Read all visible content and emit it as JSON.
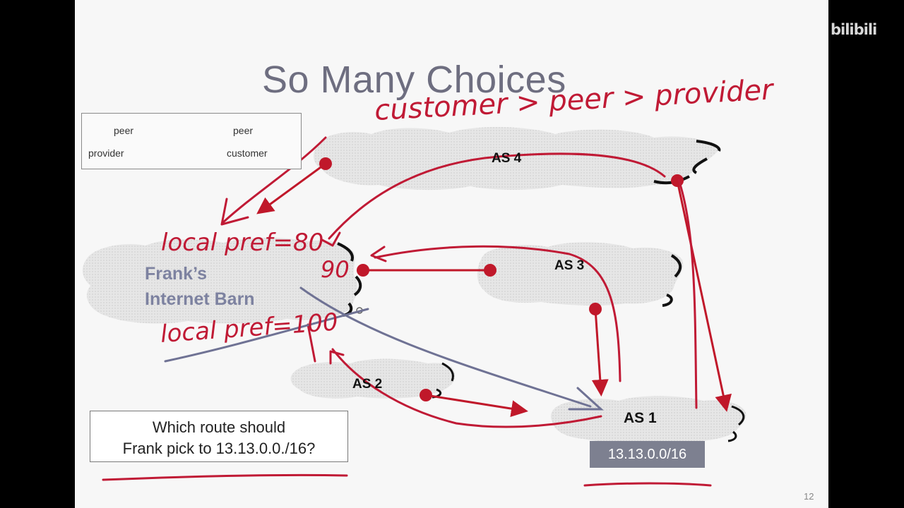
{
  "slide": {
    "title": "So Many Choices",
    "page_number": "12",
    "watermark": "bilibili"
  },
  "legend": {
    "peer_left": "peer",
    "peer_right": "peer",
    "provider": "provider",
    "customer": "customer"
  },
  "nodes": {
    "frank_line1": "Frank’s",
    "frank_line2": "Internet Barn",
    "as4": "AS 4",
    "as3": "AS 3",
    "as2": "AS 2",
    "as1": "AS 1"
  },
  "prefix": "13.13.0.0/16",
  "question": {
    "line1": "Which route should",
    "line2": "Frank pick to 13.13.0.0./16?"
  },
  "annotations": {
    "preference_order": "customer > peer > provider",
    "local_pref_80": "local pref=80",
    "local_pref_90": "90",
    "local_pref_100": "local pref=100"
  },
  "colors": {
    "arrow_red": "#c0182a",
    "ink_red": "#c01a35",
    "ink_gray": "#6f7294",
    "cloud_fill": "#e4e4e4"
  }
}
